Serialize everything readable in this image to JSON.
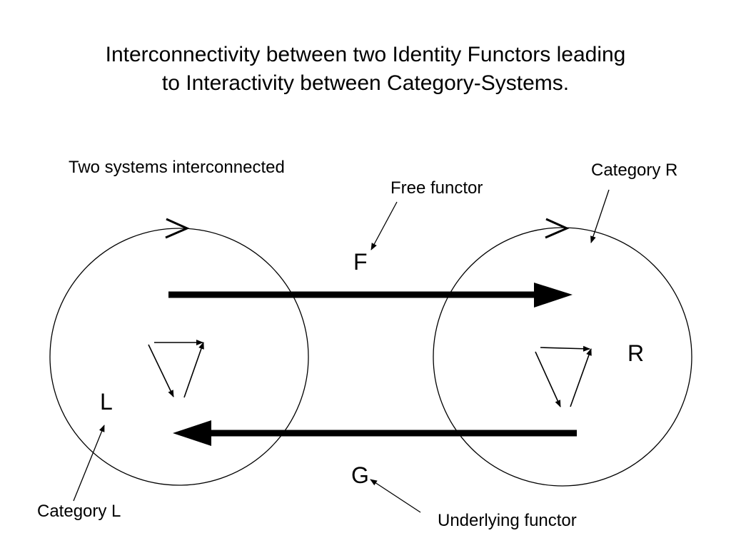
{
  "title": {
    "line1": "Interconnectivity between two Identity Functors leading",
    "line2": "to Interactivity between Category-Systems."
  },
  "labels": {
    "subtitle": "Two systems interconnected",
    "free_functor": "Free functor",
    "category_r": "Category R",
    "category_l": "Category L",
    "underlying_functor": "Underlying functor"
  },
  "letters": {
    "f": "F",
    "g": "G",
    "l": "L",
    "r": "R"
  }
}
